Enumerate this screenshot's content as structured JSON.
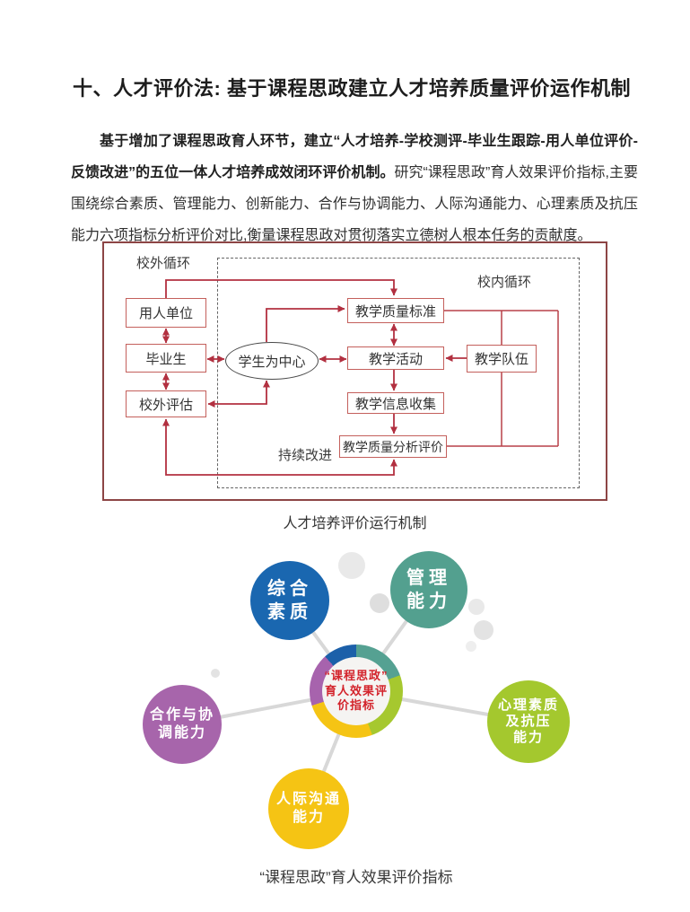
{
  "page": {
    "title": "十、人才评价法: 基于课程思政建立人才培养质量评价运作机制",
    "paragraph": {
      "bold": "基于增加了课程思政育人环节，建立“人才培养-学校测评-毕业生跟踪-用人单位评价-反馈改进”的五位一体人才培养成效闭环评价机制。",
      "regular": "研究“课程思政”育人效果评价指标,主要围绕综合素质、管理能力、创新能力、合作与协调能力、人际沟通能力、心理素质及抗压能力六项指标分析评价对比,衡量课程思政对贯彻落实立德树人根本任务的贡献度。"
    }
  },
  "flowchart": {
    "caption": "人才培养评价运行机制",
    "labels": {
      "external_loop": "校外循环",
      "internal_loop": "校内循环",
      "continuous_improvement": "持续改进"
    },
    "nodes": {
      "employer": "用人单位",
      "graduate": "毕业生",
      "external_evaluation": "校外评估",
      "student_centered": "学生为中心",
      "teaching_quality_standard": "教学质量标准",
      "teaching_activity": "教学活动",
      "teaching_team": "教学队伍",
      "teaching_info_collection": "教学信息收集",
      "teaching_quality_analysis": "教学质量分析评价"
    },
    "colors": {
      "outer_border": "#8d4545",
      "node_border": "#c4605c",
      "arrow": "#b23040",
      "dashed_border": "#666666"
    }
  },
  "indicator_diagram": {
    "caption": "“课程思政”育人效果评价指标",
    "center": {
      "label": "“课程思政”\n育人效果评\n价指标",
      "text_color": "#d3232b"
    },
    "bubbles": [
      {
        "id": "comprehensive-quality",
        "label": "综合\n素质",
        "color": "#1a67b0"
      },
      {
        "id": "management-ability",
        "label": "管理\n能力",
        "color": "#53a08f"
      },
      {
        "id": "cooperation-coordination",
        "label": "合作与协\n调能力",
        "color": "#a765ab"
      },
      {
        "id": "psychological-resilience",
        "label": "心理素质\n及抗压\n能力",
        "color": "#a4c82e"
      },
      {
        "id": "interpersonal-communication",
        "label": "人际沟通\n能力",
        "color": "#f5c414"
      }
    ],
    "connector_color": "#d8d8d8"
  }
}
